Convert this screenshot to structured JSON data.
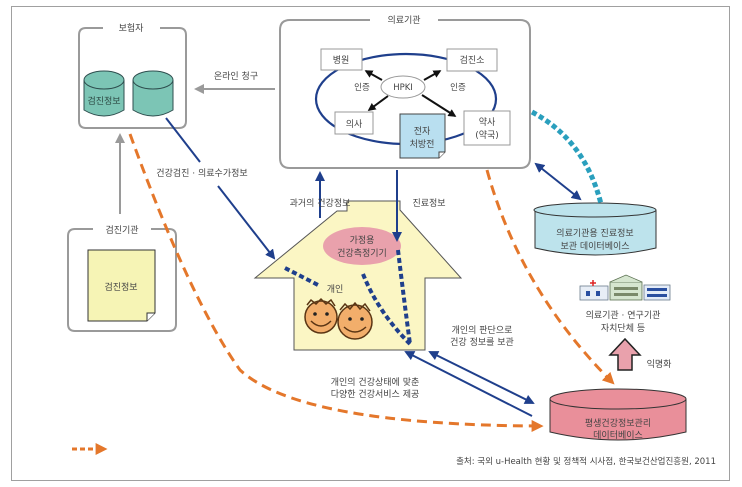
{
  "diagram": {
    "insured": {
      "title": "보험자",
      "db_label": "검진정보"
    },
    "medical": {
      "title": "의료기관",
      "hospital": "병원",
      "checkup_center": "검진소",
      "hpki": "HPKI",
      "auth_left": "인증",
      "auth_right": "인증",
      "doctor": "의사",
      "eprescription_line1": "전자",
      "eprescription_line2": "처방전",
      "pharmacist_line1": "약사",
      "pharmacist_line2": "(약국)"
    },
    "checkup_org": {
      "title": "검진기관",
      "doc_label": "검진정보"
    },
    "individual": {
      "device_line1": "가정용",
      "device_line2": "건강측정기기",
      "label": "개인"
    },
    "medical_db": {
      "line1": "의료기관용 진료정보",
      "line2": "보관 데이터베이스"
    },
    "institutions": {
      "line1": "의료기관 · 연구기관",
      "line2": "자치단체 등"
    },
    "anonymize": "익명화",
    "lifelong_db": {
      "line1": "평생건강정보관리",
      "line2": "데이터베이스"
    },
    "flows": {
      "online_claim": "온라인 청구",
      "checkup_claim_info": "건강검진 · 의료수가정보",
      "past_health_info": "과거의 건강정보",
      "treatment_info": "진료정보",
      "store_line1": "개인의 판단으로",
      "store_line2": "건강 정보를 보관",
      "service_line1": "개인의 건강상태에 맞춘",
      "service_line2": "다양한 건강서비스 제공"
    },
    "source": "출처: 국외 u-Health 현황 및 정책적 시사점, 한국보건산업진흥원, 2011",
    "colors": {
      "teal_db": "#7cc5b5",
      "light_blue_db": "#bde3ec",
      "pink_db": "#e98f9a",
      "yellow_doc": "#f6f4b5",
      "house": "#fbf6c4",
      "navy": "#1f3f8c",
      "orange": "#e4772b",
      "cyan_dotted": "#2a9fbd",
      "gray": "#9a9a9a"
    }
  }
}
